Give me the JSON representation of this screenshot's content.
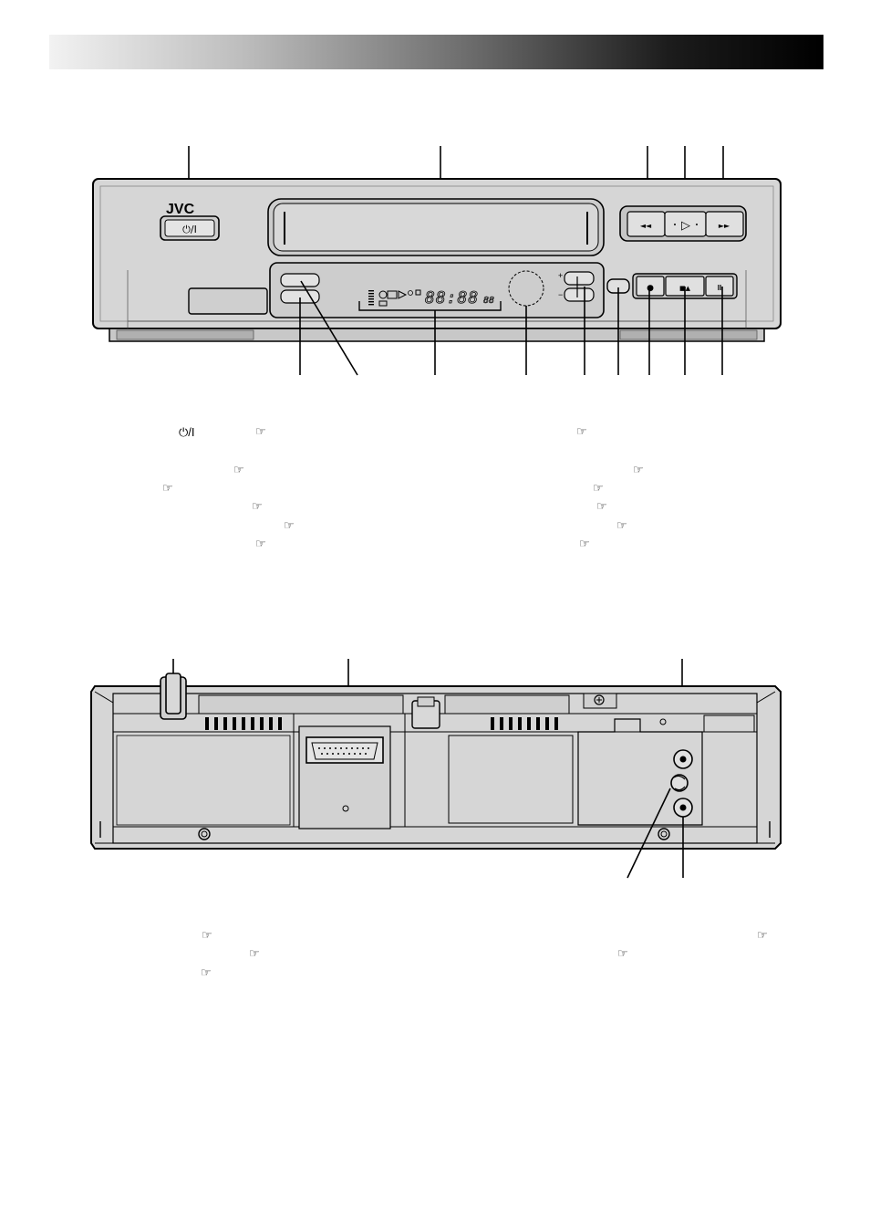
{
  "front_panel": {
    "brand": "JVC",
    "power_label": "⏻/I",
    "rewind_label": "◄◄",
    "play_label": "▷",
    "ffwd_label": "►►",
    "record_label": "●",
    "stop_eject_label": "■▲",
    "pause_label": "II",
    "channel_plus": "+",
    "channel_minus": "−",
    "display_time": "88:88",
    "display_small": "88"
  },
  "front_refs": {
    "power_symbol": "⏻/I",
    "icon": "pointing-hand-icon"
  },
  "colors": {
    "panel": "#d6d6d6",
    "panel_dark": "#a8a8a8",
    "outline": "#000000"
  }
}
